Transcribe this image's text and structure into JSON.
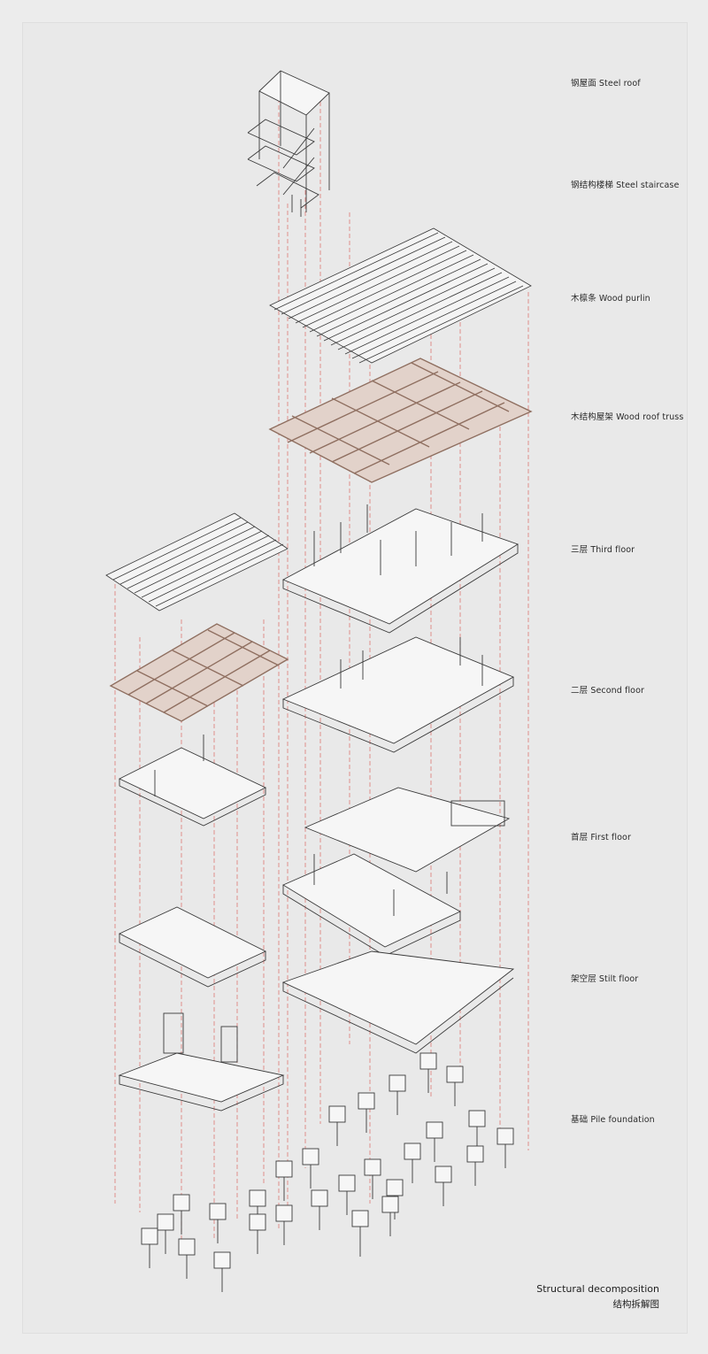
{
  "labels": [
    "钢屋面 Steel roof",
    "钢结构楼梯 Steel staircase",
    "木檩条 Wood purlin",
    "木结构屋架 Wood roof truss",
    "三层 Third floor",
    "二层 Second floor",
    "首层 First floor",
    "架空层 Stilt floor",
    "基础 Pile foundation"
  ],
  "caption": {
    "title_en": "Structural decomposition",
    "title_zh": "结构拆解图"
  },
  "colors": {
    "background": "#e9e9e9",
    "line": "#3a3a3a",
    "wood": "#c9ada0",
    "guide": "#d9534f"
  }
}
